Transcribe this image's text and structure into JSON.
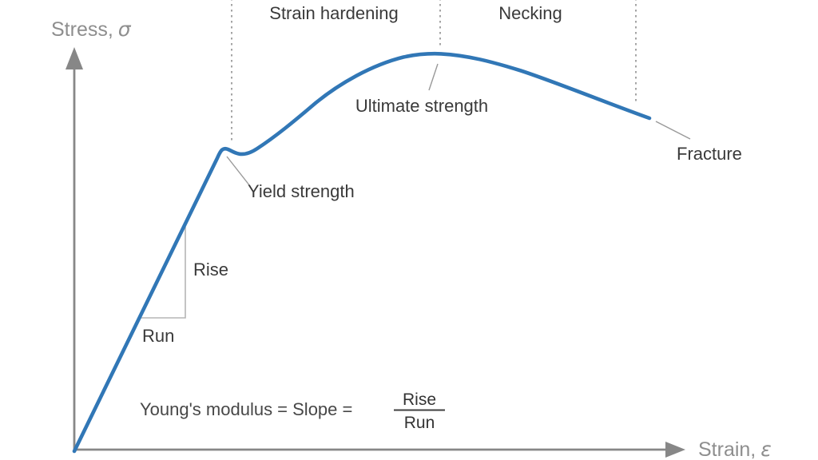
{
  "figure": {
    "axes": {
      "y_label": "Stress,",
      "y_symbol": "σ",
      "x_label": "Strain,",
      "x_symbol": "ε"
    },
    "regions": [
      {
        "label": "Strain hardening"
      },
      {
        "label": "Necking"
      }
    ],
    "annotations": {
      "ultimate": "Ultimate strength",
      "yield": "Yield strength",
      "fracture": "Fracture",
      "rise": "Rise",
      "run": "Run"
    },
    "equation": {
      "lhs": "Young's modulus = Slope =",
      "numerator": "Rise",
      "denominator": "Run"
    },
    "colors": {
      "curve": "#3177b6",
      "axis": "#878787",
      "axis_text": "#8e8e8e",
      "label_text": "#3a3a3a",
      "guide_dashed": "#9a9a9a",
      "leader": "#999999",
      "triangle": "#b5b5b5"
    }
  },
  "chart_data": {
    "type": "line",
    "title": "Stress–strain curve (schematic, no numeric scale shown)",
    "xlabel": "Strain, ε",
    "ylabel": "Stress, σ",
    "x_range_norm": [
      0,
      1
    ],
    "y_range_norm": [
      0,
      1
    ],
    "grid": false,
    "legend": false,
    "series": [
      {
        "name": "stress-strain curve",
        "points_norm": [
          [
            0.0,
            0.0
          ],
          [
            0.26,
            0.76
          ],
          [
            0.27,
            0.76
          ],
          [
            0.29,
            0.75
          ],
          [
            0.34,
            0.81
          ],
          [
            0.41,
            0.87
          ],
          [
            0.49,
            0.94
          ],
          [
            0.55,
            0.98
          ],
          [
            0.63,
            1.0
          ],
          [
            0.7,
            0.98
          ],
          [
            0.77,
            0.96
          ],
          [
            0.84,
            0.92
          ],
          [
            0.91,
            0.88
          ],
          [
            1.0,
            0.84
          ]
        ]
      }
    ],
    "key_points_norm": {
      "yield_strength": [
        0.26,
        0.76
      ],
      "ultimate_strength": [
        0.63,
        1.0
      ],
      "fracture": [
        1.0,
        0.84
      ]
    },
    "region_boundaries_x_norm": [
      0.27,
      0.64,
      0.98
    ],
    "region_labels": [
      "Strain hardening",
      "Necking"
    ],
    "annotations_text": [
      "Stress, σ",
      "Strain, ε",
      "Strain hardening",
      "Necking",
      "Ultimate strength",
      "Yield strength",
      "Fracture",
      "Rise",
      "Run",
      "Young's modulus = Slope = Rise / Run"
    ]
  }
}
